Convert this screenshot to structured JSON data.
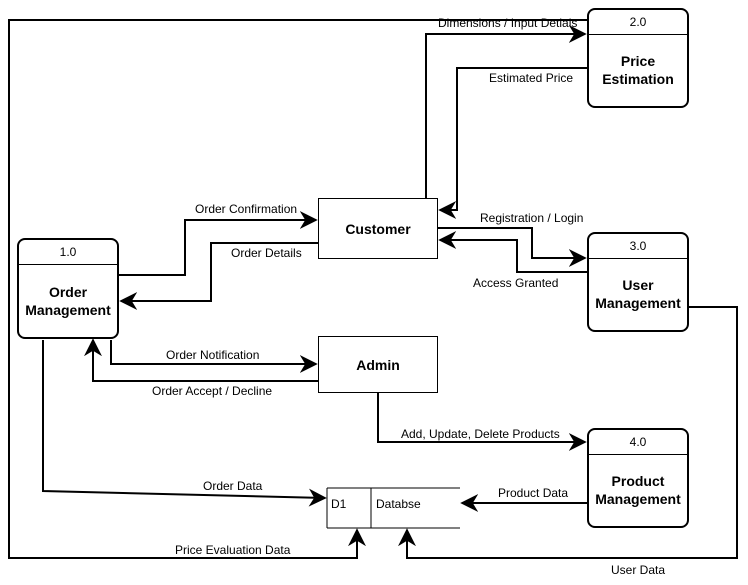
{
  "processes": {
    "order_management": {
      "number": "1.0",
      "name": "Order Management"
    },
    "price_estimation": {
      "number": "2.0",
      "name": "Price Estimation"
    },
    "user_management": {
      "number": "3.0",
      "name": "User Management"
    },
    "product_management": {
      "number": "4.0",
      "name": "Product Management"
    }
  },
  "entities": {
    "customer": "Customer",
    "admin": "Admin"
  },
  "datastore": {
    "id": "D1",
    "name": "Databse"
  },
  "flows": {
    "dimensions_input": "Dimensions / Input Detials",
    "estimated_price": "Estimated Price",
    "order_confirmation": "Order Confirmation",
    "order_details": "Order Details",
    "registration_login": "Registration / Login",
    "access_granted": "Access Granted",
    "order_notification": "Order Notification",
    "order_accept_decline": "Order Accept / Decline",
    "add_update_delete": "Add, Update, Delete Products",
    "order_data": "Order Data",
    "product_data": "Product Data",
    "price_evaluation_data": "Price Evaluation Data",
    "user_data": "User Data"
  }
}
